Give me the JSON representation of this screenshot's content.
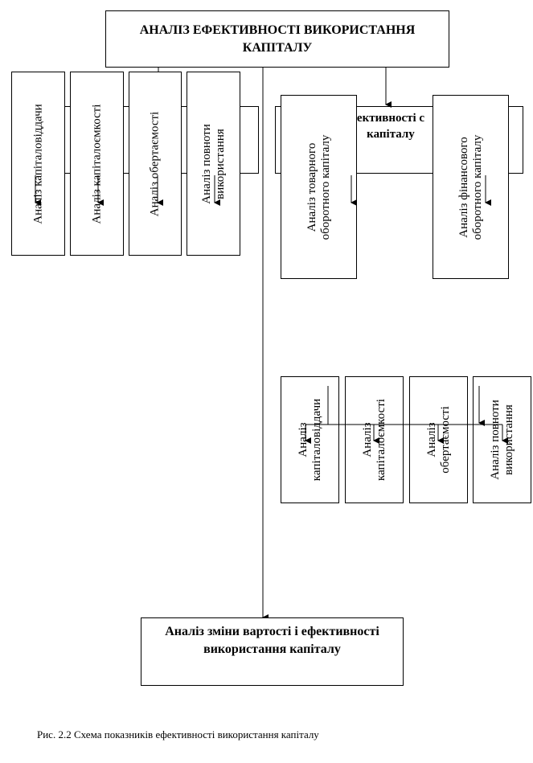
{
  "top_box": {
    "line1": "АНАЛІЗ ЕФЕКТИВНОСТІ ВИКОРИСТАННЯ",
    "line2": "КАПІТАЛУ"
  },
  "left_group": {
    "items": [
      {
        "label": "Аналіз капіталовіддачи"
      },
      {
        "label": "Аналіз капіталоємкості"
      },
      {
        "label": "Аналіз обертаємості"
      },
      {
        "label": "Аналіз повноти",
        "label2": "використання"
      }
    ]
  },
  "right_group": {
    "header_partial": {
      "line1": "ективності с",
      "line2": "капіталу"
    },
    "items": [
      {
        "label": "Аналіз товарного",
        "label2": "оборотного капіталу"
      },
      {
        "label": "Аналіз фінансового",
        "label2": "оборотного капіталу"
      }
    ]
  },
  "sub_group": {
    "items": [
      {
        "label": "Аналіз",
        "label2": "капіталовіддачи"
      },
      {
        "label": "Аналіз",
        "label2": "капіталоємкості"
      },
      {
        "label": "Аналіз",
        "label2": "обертаємості"
      },
      {
        "label": "Аналіз повноти",
        "label2": "використання"
      }
    ]
  },
  "bottom_box": {
    "line1": "Аналіз зміни вартості і ефективності",
    "line2": "використання капіталу"
  },
  "caption": "Рис. 2.2 Схема показників ефективності використання капіталу"
}
